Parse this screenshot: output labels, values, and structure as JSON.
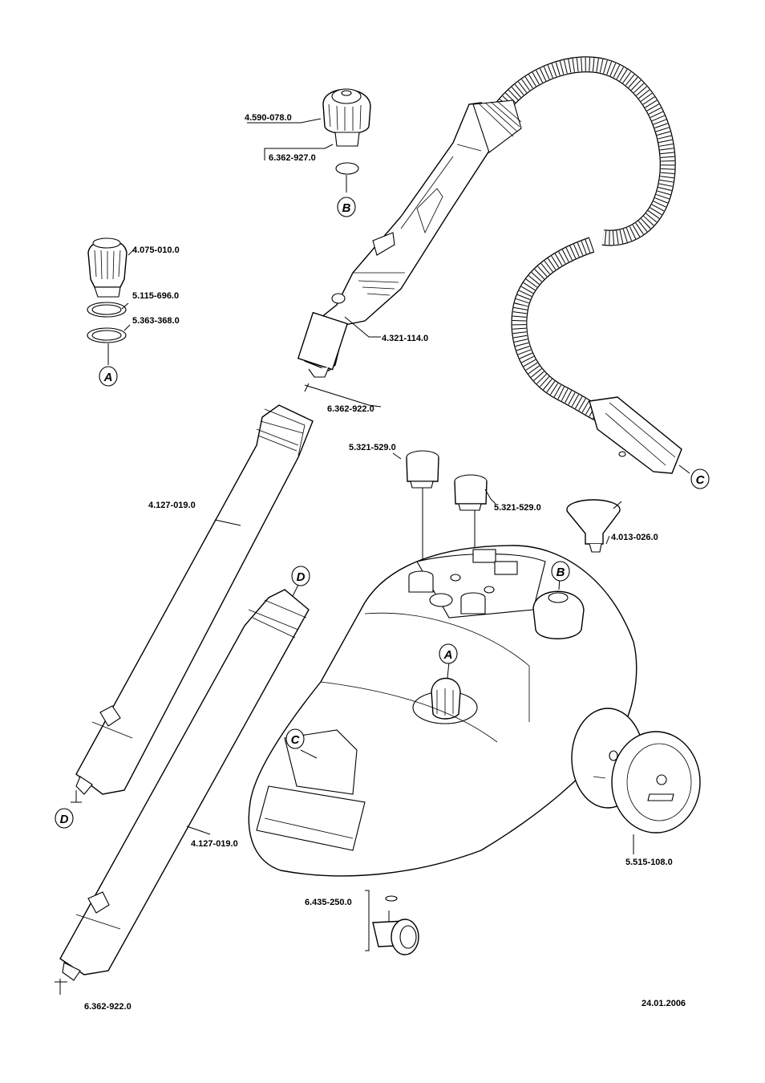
{
  "labels": {
    "valve_cap": "4.590-078.0",
    "valve_oring": "6.362-927.0",
    "safety_cap": "4.075-010.0",
    "washer_1": "5.115-696.0",
    "washer_2": "5.363-368.0",
    "hand_piece": "4.321-114.0",
    "oring_top": "6.362-922.0",
    "knob_left": "5.321-529.0",
    "knob_right": "5.321-529.0",
    "funnel": "4.013-026.0",
    "tube_1": "4.127-019.0",
    "tube_2": "4.127-019.0",
    "wheel": "5.515-108.0",
    "castor": "6.435-250.0",
    "oring_bottom": "6.362-922.0"
  },
  "callouts": {
    "a1": "A",
    "a2": "A",
    "b1": "B",
    "b2": "B",
    "c1": "C",
    "c2": "C",
    "d1": "D",
    "d2": "D"
  },
  "date": "24.01.2006"
}
